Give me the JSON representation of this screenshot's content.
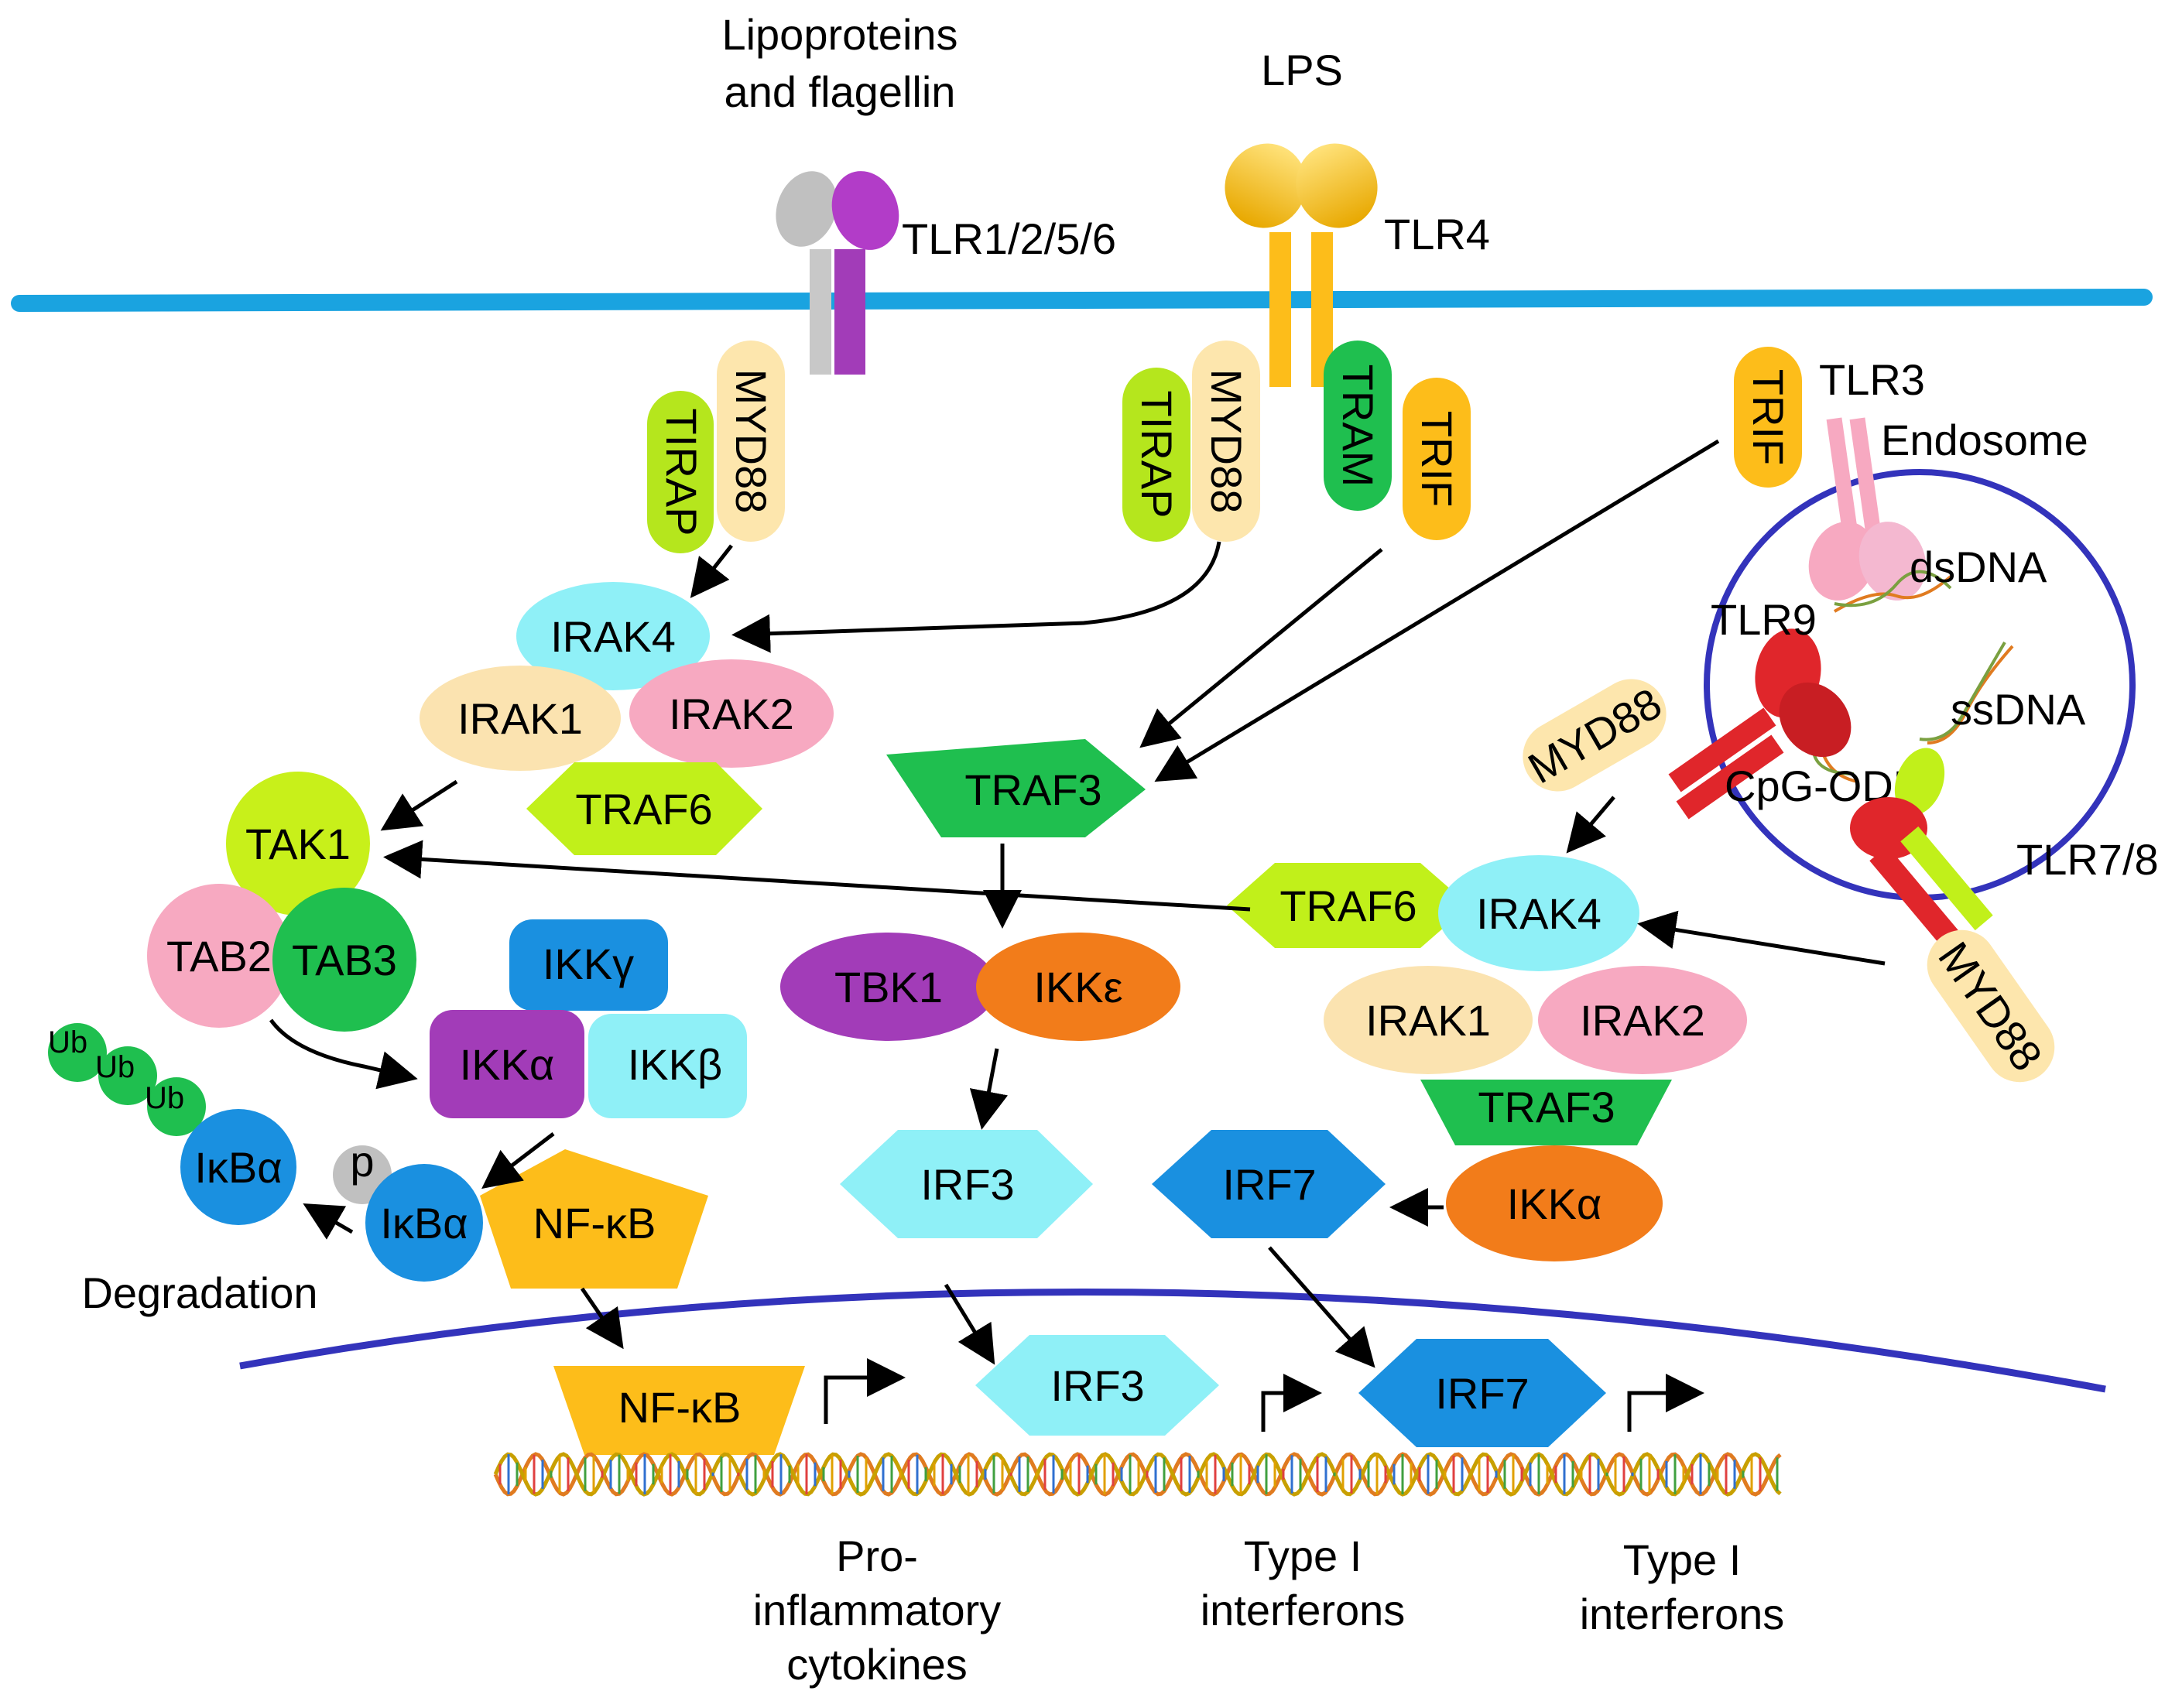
{
  "ligands": {
    "lipo_line1": "Lipoproteins",
    "lipo_line2": "and flagellin",
    "lps": "LPS",
    "dsdna": "dsDNA",
    "ssdna": "ssDNA",
    "cpg": "CpG-ODN"
  },
  "receptors": {
    "tlr1256": "TLR1/2/5/6",
    "tlr4": "TLR4",
    "tlr3": "TLR3",
    "tlr9": "TLR9",
    "tlr78": "TLR7/8",
    "endosome": "Endosome"
  },
  "adaptors": {
    "tirap": "TIRAP",
    "myd88": "MYD88",
    "tram": "TRAM",
    "trif": "TRIF"
  },
  "kinases": {
    "irak4": "IRAK4",
    "irak1": "IRAK1",
    "irak2": "IRAK2",
    "traf6": "TRAF6",
    "traf3": "TRAF3",
    "tak1": "TAK1",
    "tab2": "TAB2",
    "tab3": "TAB3",
    "ikkg": "IKKγ",
    "ikka": "IKKα",
    "ikkb": "IKKβ",
    "tbk1": "TBK1",
    "ikke": "IKKε"
  },
  "factors": {
    "ikba": "IκBα",
    "p": "p",
    "ub": "Ub",
    "nfkb": "NF-κB",
    "irf3": "IRF3",
    "irf7": "IRF7",
    "degradation": "Degradation"
  },
  "outputs": {
    "pro_line1": "Pro-",
    "pro_line2": "inflammatory",
    "pro_line3": "cytokines",
    "ifn_line1": "Type I",
    "ifn_line2": "interferons"
  },
  "colors": {
    "membrane": "#1aa3e0",
    "nucleus": "#3333bb",
    "endosome": "#3333bb",
    "tirap": "#b5e61d",
    "myd88": "#fde6ad",
    "tram": "#1fbf4f",
    "trif": "#fdbd1a",
    "irak4": "#8ff0f7",
    "irak1": "#fbe3b0",
    "irak2": "#f7a9c1",
    "traf6": "#c1f01a",
    "traf3": "#1fbf4f",
    "tak1": "#c8f01a",
    "tab2": "#f7a9c1",
    "tab3": "#1fbf4f",
    "ikkg": "#1a90e0",
    "ikka_cplx": "#a23cb8",
    "ikkb": "#8ff0f7",
    "tbk1": "#a23cb8",
    "orange": "#f27c1a",
    "ikba": "#1a90e0",
    "nfkb": "#fdbd1a",
    "irf3": "#8ff0f7",
    "irf7": "#1a90e0",
    "tlr3": "#f7a9c1",
    "tlr9": "#e0262b",
    "tlr78_stem": "#c1f01a",
    "tlr78_head": "#e0262b"
  }
}
